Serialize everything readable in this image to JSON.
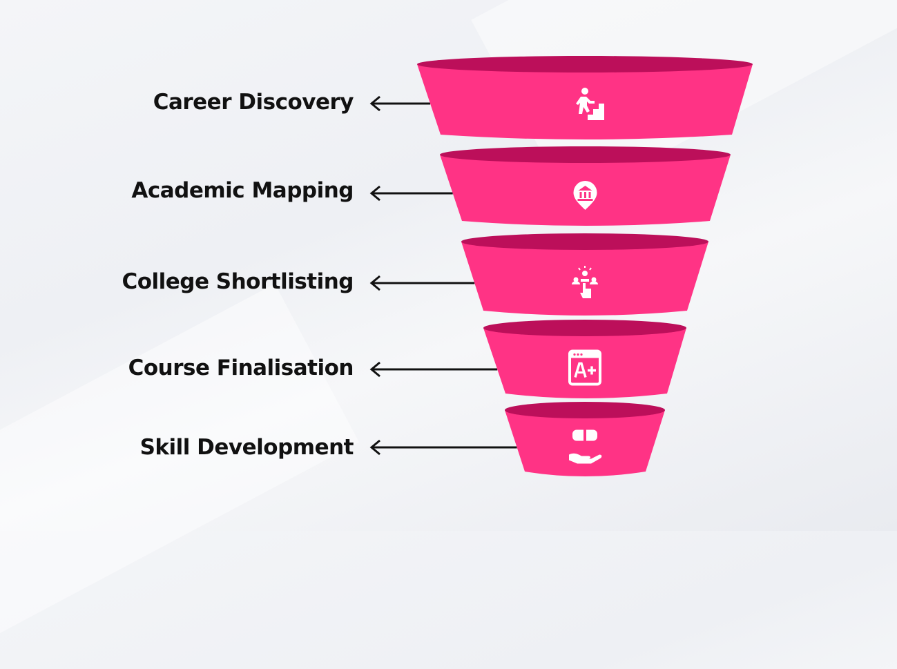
{
  "colors": {
    "segment": "#ff3385",
    "segment_top": "#bc0f5a",
    "icon": "#ffffff",
    "text": "#111111"
  },
  "stages": [
    {
      "label": "Career Discovery",
      "icon": "person-climbing-stairs-icon"
    },
    {
      "label": "Academic Mapping",
      "icon": "institution-location-pin-icon"
    },
    {
      "label": "College Shortlisting",
      "icon": "group-selection-hand-icon"
    },
    {
      "label": "Course Finalisation",
      "icon": "a-plus-grade-window-icon"
    },
    {
      "label": "Skill Development",
      "icon": "brain-hand-icon"
    }
  ]
}
